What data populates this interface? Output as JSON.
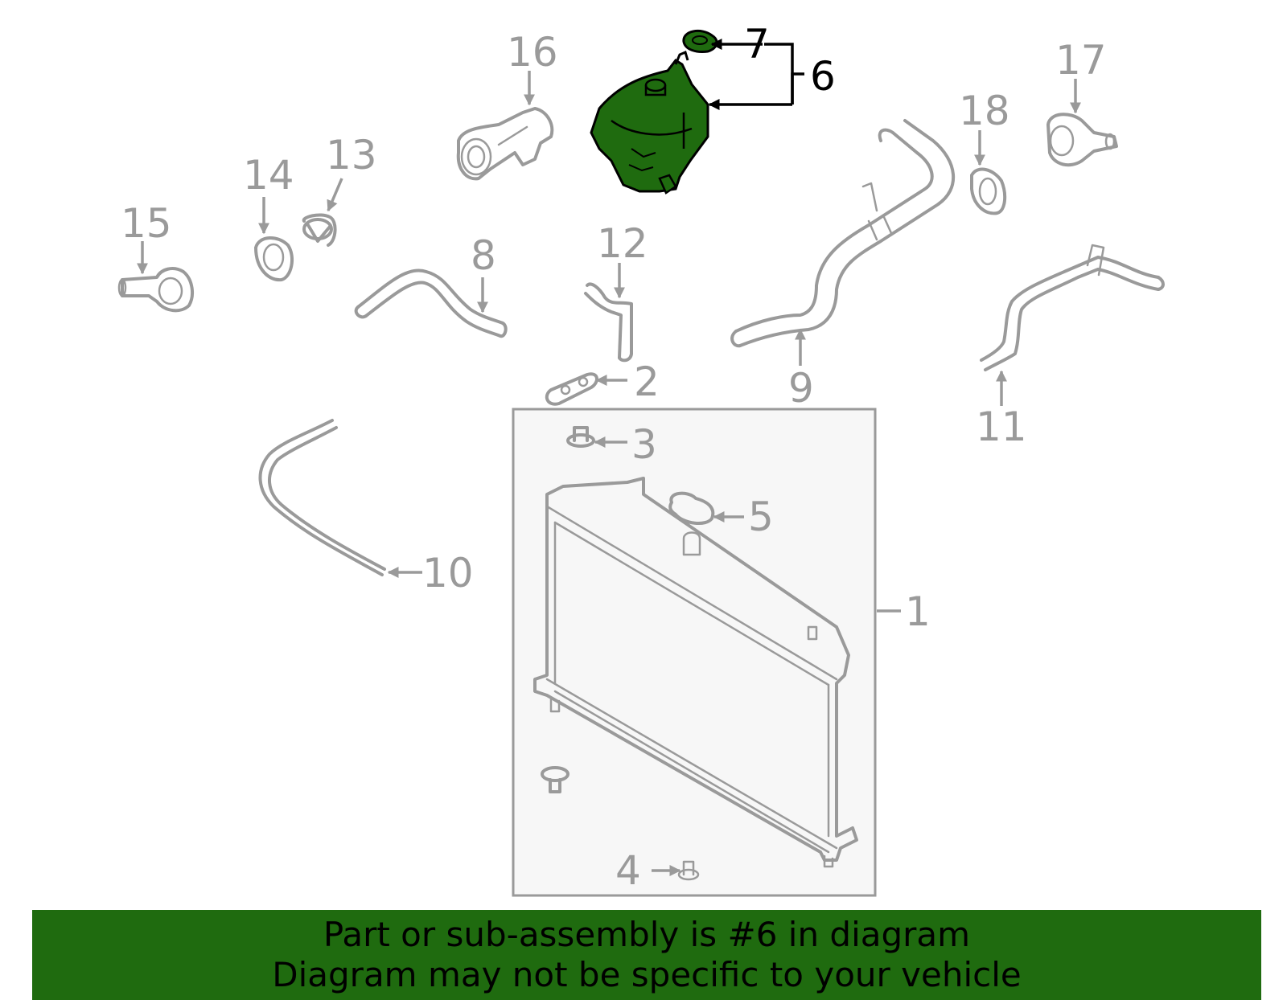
{
  "diagram": {
    "callouts": [
      "1",
      "2",
      "3",
      "4",
      "5",
      "6",
      "7",
      "8",
      "9",
      "10",
      "11",
      "12",
      "13",
      "14",
      "15",
      "16",
      "17",
      "18"
    ],
    "highlighted_part": "6"
  },
  "banner": {
    "line1": "Part or sub-assembly is #6 in diagram",
    "line2": "Diagram may not be specific to your vehicle"
  },
  "colors": {
    "highlight_fill": "#1f6b0f",
    "banner_bg": "#1f6b0f",
    "part_stroke": "#9a9a9a",
    "box_fill": "#f7f7f7"
  }
}
